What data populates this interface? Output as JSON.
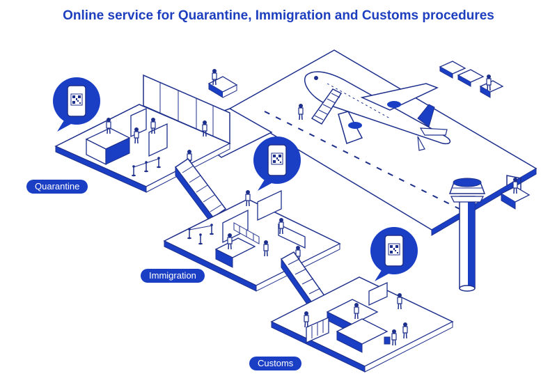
{
  "page": {
    "title": "Online service for Quarantine, Immigration and Customs procedures"
  },
  "labels": {
    "quarantine": "Quarantine",
    "immigration": "Immigration",
    "customs": "Customs"
  },
  "colors": {
    "primary": "#1b3fc4",
    "line": "#1d2f8c",
    "fill": "#ffffff"
  },
  "icons": [
    "qr-phone-icon",
    "qr-phone-icon",
    "qr-phone-icon"
  ]
}
